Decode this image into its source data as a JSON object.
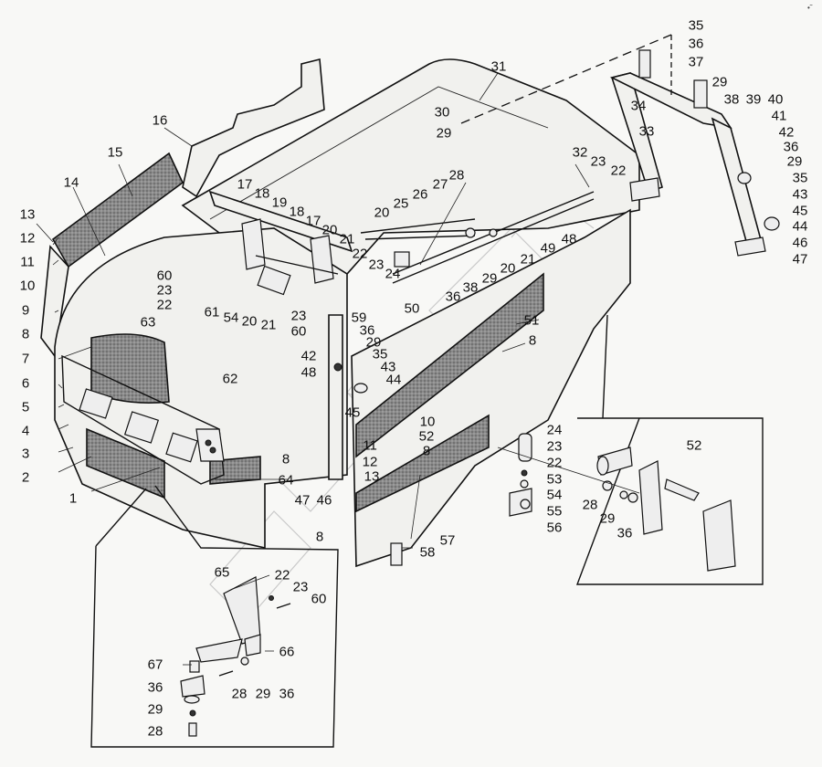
{
  "diagram": {
    "type": "exploded-parts-diagram",
    "subject": "tractor hood / engine cover assembly with side panels and support frame",
    "callouts": [
      {
        "id": "c1",
        "text": "1"
      },
      {
        "id": "c2",
        "text": "2"
      },
      {
        "id": "c3",
        "text": "3"
      },
      {
        "id": "c4",
        "text": "4"
      },
      {
        "id": "c5",
        "text": "5"
      },
      {
        "id": "c6",
        "text": "6"
      },
      {
        "id": "c7",
        "text": "7"
      },
      {
        "id": "c8a",
        "text": "8"
      },
      {
        "id": "c9",
        "text": "9"
      },
      {
        "id": "c10a",
        "text": "10"
      },
      {
        "id": "c11a",
        "text": "11"
      },
      {
        "id": "c12a",
        "text": "12"
      },
      {
        "id": "c13a",
        "text": "13"
      },
      {
        "id": "c14",
        "text": "14"
      },
      {
        "id": "c15",
        "text": "15"
      },
      {
        "id": "c16",
        "text": "16"
      },
      {
        "id": "c17a",
        "text": "17"
      },
      {
        "id": "c18a",
        "text": "18"
      },
      {
        "id": "c19",
        "text": "19"
      },
      {
        "id": "c18b",
        "text": "18"
      },
      {
        "id": "c17b",
        "text": "17"
      },
      {
        "id": "c20a",
        "text": "20"
      },
      {
        "id": "c21a",
        "text": "21"
      },
      {
        "id": "c22a",
        "text": "22"
      },
      {
        "id": "c23a",
        "text": "23"
      },
      {
        "id": "c24a",
        "text": "24"
      },
      {
        "id": "c60a",
        "text": "60"
      },
      {
        "id": "c23b",
        "text": "23"
      },
      {
        "id": "c22b",
        "text": "22"
      },
      {
        "id": "c61",
        "text": "61"
      },
      {
        "id": "c54a",
        "text": "54"
      },
      {
        "id": "c20b",
        "text": "20"
      },
      {
        "id": "c21b",
        "text": "21"
      },
      {
        "id": "c63",
        "text": "63"
      },
      {
        "id": "c62",
        "text": "62"
      },
      {
        "id": "c23c",
        "text": "23"
      },
      {
        "id": "c60b",
        "text": "60"
      },
      {
        "id": "c59",
        "text": "59"
      },
      {
        "id": "c36a",
        "text": "36"
      },
      {
        "id": "c29a",
        "text": "29"
      },
      {
        "id": "c35a",
        "text": "35"
      },
      {
        "id": "c42a",
        "text": "42"
      },
      {
        "id": "c48a",
        "text": "48"
      },
      {
        "id": "c43a",
        "text": "43"
      },
      {
        "id": "c44a",
        "text": "44"
      },
      {
        "id": "c45a",
        "text": "45"
      },
      {
        "id": "c10b",
        "text": "10"
      },
      {
        "id": "c11b",
        "text": "11"
      },
      {
        "id": "c52a",
        "text": "52"
      },
      {
        "id": "c12b",
        "text": "12"
      },
      {
        "id": "c8b",
        "text": "8"
      },
      {
        "id": "c13b",
        "text": "13"
      },
      {
        "id": "c8c",
        "text": "8"
      },
      {
        "id": "c64",
        "text": "64"
      },
      {
        "id": "c47a",
        "text": "47"
      },
      {
        "id": "c46a",
        "text": "46"
      },
      {
        "id": "c8d",
        "text": "8"
      },
      {
        "id": "c57",
        "text": "57"
      },
      {
        "id": "c58",
        "text": "58"
      },
      {
        "id": "c8e",
        "text": "8"
      },
      {
        "id": "c51",
        "text": "51"
      },
      {
        "id": "c20c",
        "text": "20"
      },
      {
        "id": "c25",
        "text": "25"
      },
      {
        "id": "c26",
        "text": "26"
      },
      {
        "id": "c27",
        "text": "27"
      },
      {
        "id": "c28a",
        "text": "28"
      },
      {
        "id": "c50",
        "text": "50"
      },
      {
        "id": "c36b",
        "text": "36"
      },
      {
        "id": "c38a",
        "text": "38"
      },
      {
        "id": "c29b",
        "text": "29"
      },
      {
        "id": "c20d",
        "text": "20"
      },
      {
        "id": "c21c",
        "text": "21"
      },
      {
        "id": "c49",
        "text": "49"
      },
      {
        "id": "c48b",
        "text": "48"
      },
      {
        "id": "c31",
        "text": "31"
      },
      {
        "id": "c30",
        "text": "30"
      },
      {
        "id": "c29c",
        "text": "29"
      },
      {
        "id": "c32",
        "text": "32"
      },
      {
        "id": "c23d",
        "text": "23"
      },
      {
        "id": "c22c",
        "text": "22"
      },
      {
        "id": "c35b",
        "text": "35"
      },
      {
        "id": "c36c",
        "text": "36"
      },
      {
        "id": "c37",
        "text": "37"
      },
      {
        "id": "c29d",
        "text": "29"
      },
      {
        "id": "c38b",
        "text": "38"
      },
      {
        "id": "c34",
        "text": "34"
      },
      {
        "id": "c33",
        "text": "33"
      },
      {
        "id": "c39",
        "text": "39"
      },
      {
        "id": "c40",
        "text": "40"
      },
      {
        "id": "c41",
        "text": "41"
      },
      {
        "id": "c42b",
        "text": "42"
      },
      {
        "id": "c36d",
        "text": "36"
      },
      {
        "id": "c29e",
        "text": "29"
      },
      {
        "id": "c35c",
        "text": "35"
      },
      {
        "id": "c43b",
        "text": "43"
      },
      {
        "id": "c45b",
        "text": "45"
      },
      {
        "id": "c44b",
        "text": "44"
      },
      {
        "id": "c46b",
        "text": "46"
      },
      {
        "id": "c47b",
        "text": "47"
      },
      {
        "id": "c24b",
        "text": "24"
      },
      {
        "id": "c23e",
        "text": "23"
      },
      {
        "id": "c22d",
        "text": "22"
      },
      {
        "id": "c53",
        "text": "53"
      },
      {
        "id": "c54b",
        "text": "54"
      },
      {
        "id": "c55",
        "text": "55"
      },
      {
        "id": "c56",
        "text": "56"
      },
      {
        "id": "c52b",
        "text": "52"
      },
      {
        "id": "c28b",
        "text": "28"
      },
      {
        "id": "c29f",
        "text": "29"
      },
      {
        "id": "c36e",
        "text": "36"
      },
      {
        "id": "c65",
        "text": "65"
      },
      {
        "id": "c22e",
        "text": "22"
      },
      {
        "id": "c23f",
        "text": "23"
      },
      {
        "id": "c60c",
        "text": "60"
      },
      {
        "id": "c66",
        "text": "66"
      },
      {
        "id": "c67",
        "text": "67"
      },
      {
        "id": "c36f",
        "text": "36"
      },
      {
        "id": "c29g",
        "text": "29"
      },
      {
        "id": "c28c",
        "text": "28"
      },
      {
        "id": "c28d",
        "text": "28"
      },
      {
        "id": "c29h",
        "text": "29"
      },
      {
        "id": "c36g",
        "text": "36"
      }
    ],
    "insets": [
      {
        "name": "latch-detail-inset",
        "callouts": [
          "52",
          "28",
          "29",
          "36"
        ]
      },
      {
        "name": "hood-lock-detail-inset",
        "callouts": [
          "65",
          "22",
          "23",
          "60",
          "66",
          "67",
          "36",
          "29",
          "28"
        ]
      }
    ],
    "corner_mark": "•˜"
  }
}
